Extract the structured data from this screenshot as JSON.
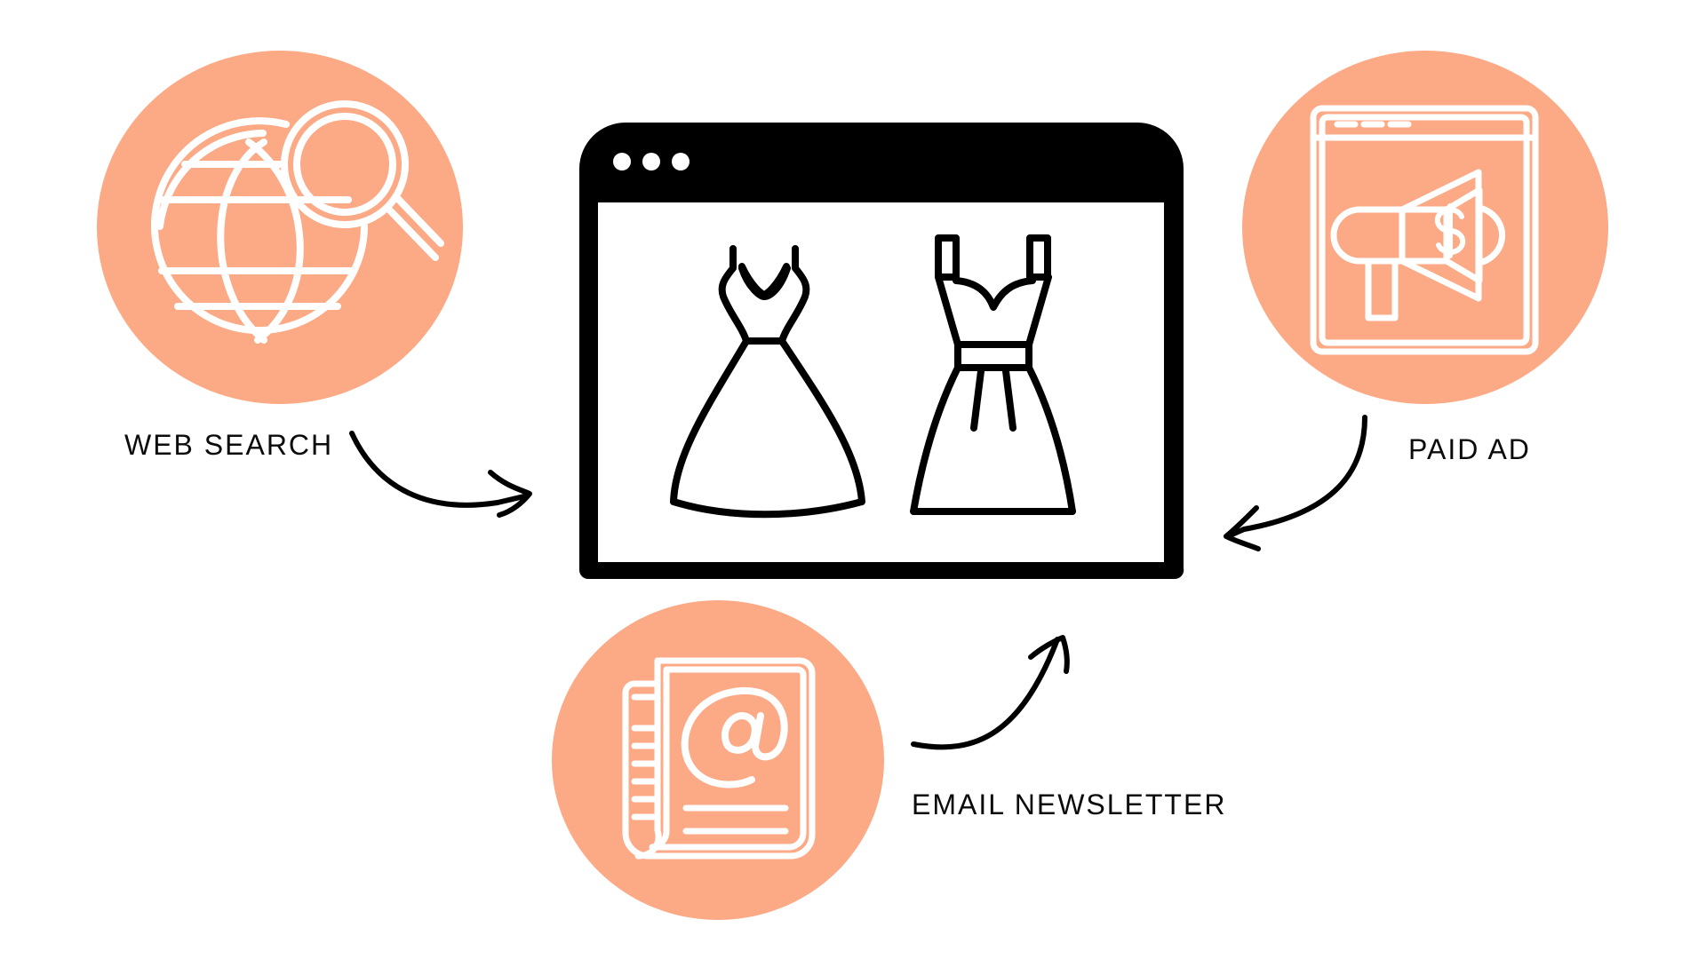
{
  "colors": {
    "circle_fill": "#FCA985",
    "icon_stroke": "#ffffff",
    "ink": "#000000",
    "background": "#ffffff"
  },
  "labels": {
    "web_search": "WEB SEARCH",
    "paid_ad": "PAID AD",
    "email_newsletter": "EMAIL NEWSLETTER"
  },
  "icons": {
    "web_search": "globe-magnifier-icon",
    "paid_ad": "megaphone-dollar-icon",
    "email_newsletter": "at-newspaper-icon",
    "storefront": "dresses-browser-window"
  }
}
